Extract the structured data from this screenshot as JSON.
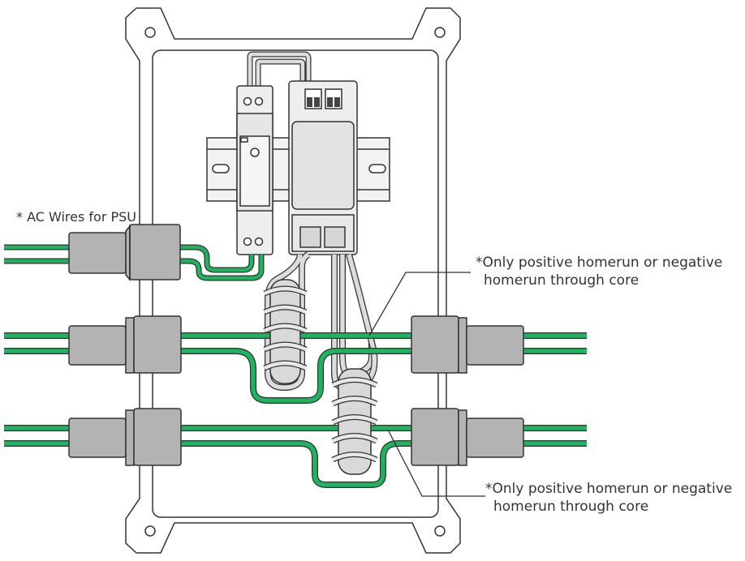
{
  "labels": {
    "ac_wires": "* AC Wires for PSU",
    "note_top_line1": "*Only positive homerun or negative",
    "note_top_line2": "homerun through core",
    "note_bottom_line1": "*Only positive homerun or negative",
    "note_bottom_line2": "homerun through core"
  },
  "colors": {
    "wire_green": "#1fb25f",
    "outline": "#333333",
    "gland_fill": "#b3b3b3",
    "device_fill": "#eeeeee",
    "ferrite_fill": "#d9d9d9"
  }
}
